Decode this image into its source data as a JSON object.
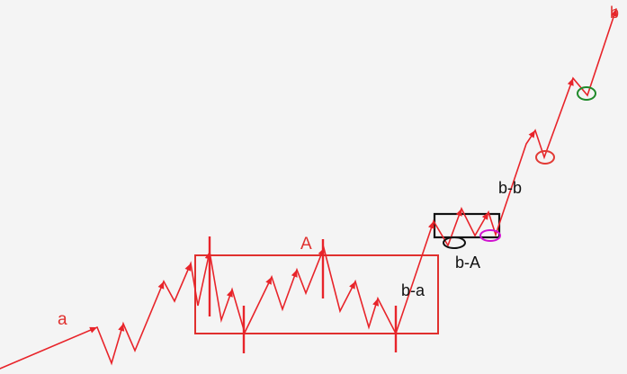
{
  "colors": {
    "background": "#f4f4f4",
    "wave": "#e8242a",
    "box_red": "#e0302e",
    "box_black": "#111111",
    "circle_black": "#111111",
    "circle_magenta": "#d012d0",
    "circle_red": "#e23a35",
    "circle_green": "#1f8a2a",
    "label_red": "#e0302e",
    "label_black": "#111111"
  },
  "labels": {
    "a": "a",
    "A": "A",
    "b_a": "b-a",
    "b_A": "b-A",
    "b_b": "b-b",
    "b": "b"
  }
}
